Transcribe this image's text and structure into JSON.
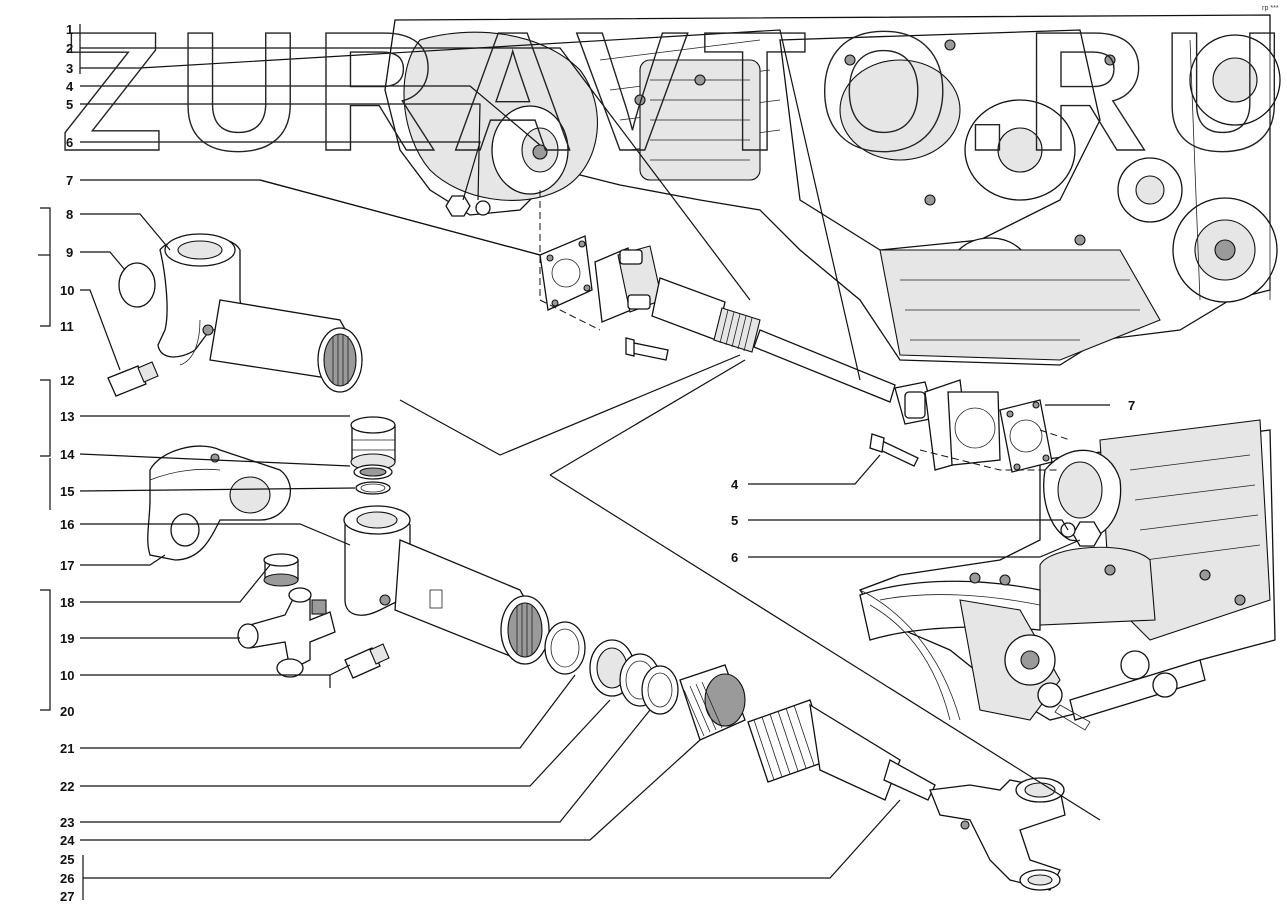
{
  "watermark": "ZURAVTO.RU",
  "corner_mark": "гр ***",
  "callouts": {
    "n1": "1",
    "n2": "2",
    "n3": "3",
    "n4": "4",
    "n5": "5",
    "n6": "6",
    "n7": "7",
    "n8": "8",
    "n9": "9",
    "n10": "10",
    "n11": "11",
    "n12": "12",
    "n13": "13",
    "n14": "14",
    "n15": "15",
    "n16": "16",
    "n17": "17",
    "n18": "18",
    "n19": "19",
    "n10b": "10",
    "n20": "20",
    "n21": "21",
    "n22": "22",
    "n23": "23",
    "n24": "24",
    "n25": "25",
    "n26": "26",
    "n27": "27",
    "r7": "7",
    "r4": "4",
    "r5": "5",
    "r6": "6"
  }
}
